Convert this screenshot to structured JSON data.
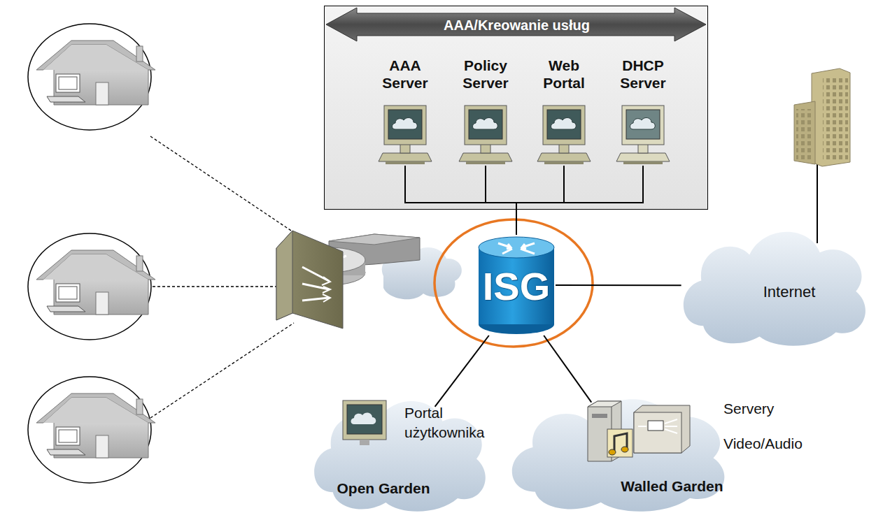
{
  "diagram": {
    "nodes": [
      {
        "text": [
          "AAA/Kreowanie usług"
        ]
      },
      {
        "text": [
          "AAA Server"
        ],
        "in": 0
      },
      {
        "text": [
          "Policy Server"
        ],
        "in": 0
      },
      {
        "text": [
          "Web Portal"
        ],
        "in": 0
      },
      {
        "text": [
          "DHCP Server"
        ],
        "in": 0
      },
      {
        "text": [
          "ISG"
        ]
      },
      {
        "text": [
          "Internet"
        ]
      },
      {
        "text": [
          "Portal użytkownika",
          "Open Garden"
        ]
      },
      {
        "text": [
          "Servery Video/Audio",
          "Walled Garden"
        ]
      }
    ],
    "edges": [
      {
        "from": 1,
        "to": 5,
        "arrow": "none"
      },
      {
        "from": 2,
        "to": 5,
        "arrow": "none"
      },
      {
        "from": 3,
        "to": 5,
        "arrow": "none"
      },
      {
        "from": 4,
        "to": 5,
        "arrow": "none"
      },
      {
        "from": 5,
        "to": 6,
        "arrow": "none"
      },
      {
        "from": 5,
        "to": 7,
        "arrow": "none"
      },
      {
        "from": 5,
        "to": 8,
        "arrow": "none"
      }
    ]
  }
}
